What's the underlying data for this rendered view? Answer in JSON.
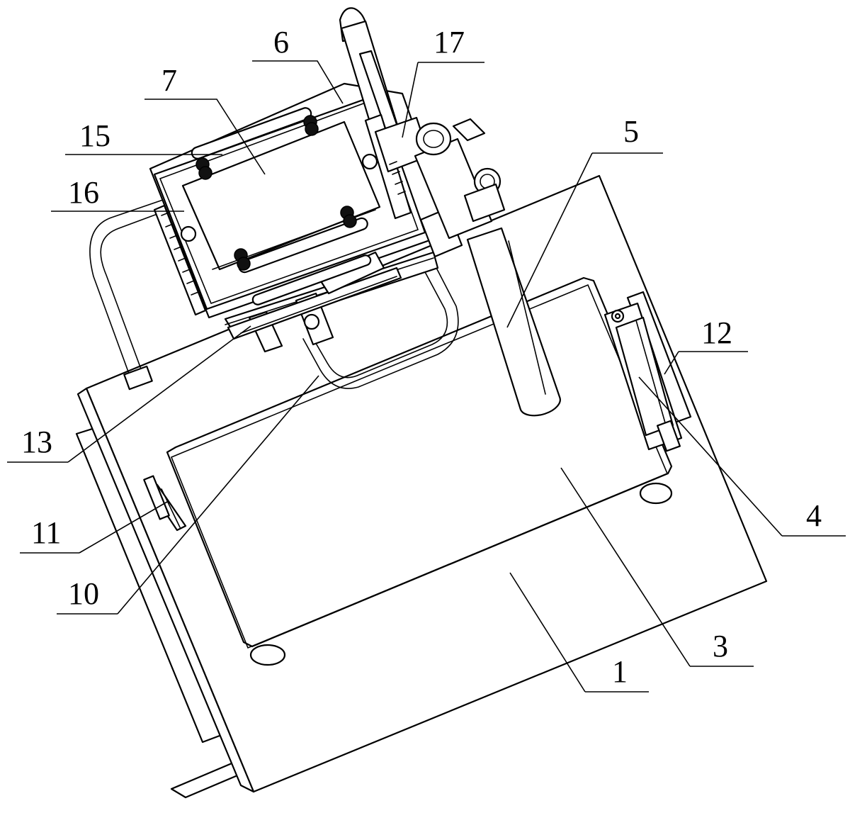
{
  "labels": {
    "n1": "1",
    "n3": "3",
    "n4": "4",
    "n5": "5",
    "n6": "6",
    "n7": "7",
    "n10": "10",
    "n11": "11",
    "n12": "12",
    "n13": "13",
    "n15": "15",
    "n16": "16",
    "n17": "17"
  }
}
